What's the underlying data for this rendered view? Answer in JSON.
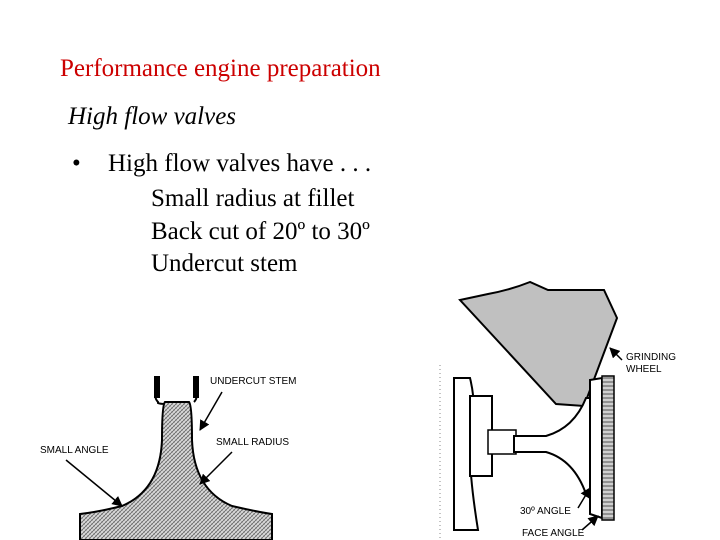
{
  "title": "Performance engine preparation",
  "subtitle": "High flow valves",
  "bullet": "High flow valves have . . .",
  "bullet_marker": "•",
  "sub_items": [
    "Small radius at fillet",
    "Back cut of 20º to 30º",
    "Undercut stem"
  ],
  "diagram_left": {
    "undercut_stem": "UNDERCUT STEM",
    "small_radius": "SMALL RADIUS",
    "small_angle": "SMALL ANGLE"
  },
  "diagram_right": {
    "grinding_wheel_line1": "GRINDING",
    "grinding_wheel_line2": "WHEEL",
    "angle_30": "30º ANGLE",
    "face_angle": "FACE ANGLE"
  },
  "colors": {
    "title": "#cc0000",
    "grinding_wheel": "#c0c0c0"
  }
}
